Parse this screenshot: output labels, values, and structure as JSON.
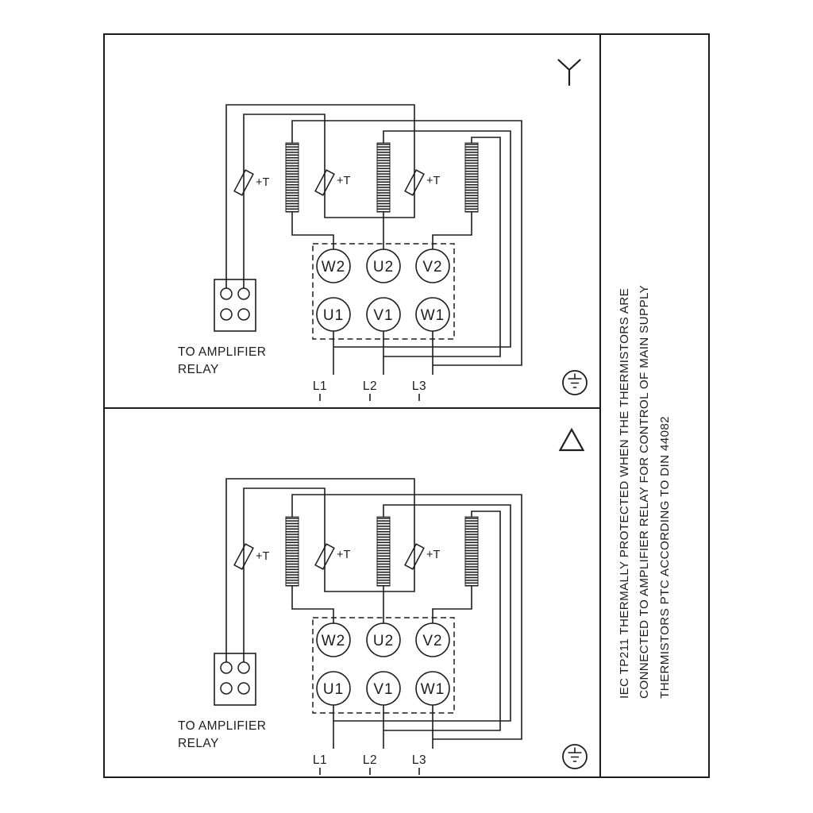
{
  "colors": {
    "line": "#1d1d1d",
    "background": "#ffffff"
  },
  "side_note": {
    "lines": [
      "IEC TP211 THERMALLY PROTECTED WHEN THE THERMISTORS ARE",
      "CONNECTED TO AMPLIFIER RELAY FOR CONTROL OF MAIN SUPPLY",
      "THERMISTORS PTC ACCORDING TO DIN 44082"
    ]
  },
  "shared": {
    "terminals_top": [
      "W2",
      "U2",
      "V2"
    ],
    "terminals_bottom": [
      "U1",
      "V1",
      "W1"
    ],
    "thermistor_label": "+T",
    "relay_caption_line1": "TO AMPLIFIER",
    "relay_caption_line2": "RELAY",
    "supply_labels": [
      "L1",
      "L2",
      "L3"
    ]
  },
  "panels": [
    {
      "connection_symbol": "star"
    },
    {
      "connection_symbol": "delta"
    }
  ]
}
